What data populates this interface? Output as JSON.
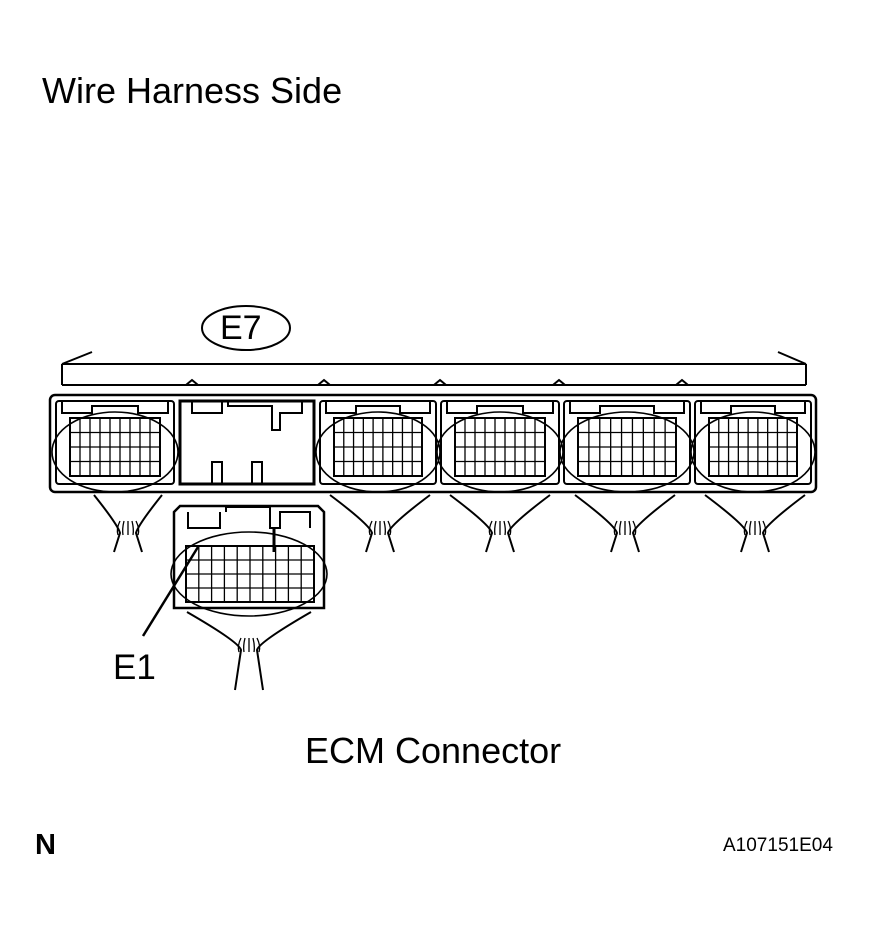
{
  "title": "Wire Harness Side",
  "caption": "ECM Connector",
  "figure_code": "A107151E04",
  "north_marker": "N",
  "labels": {
    "e7": "E7",
    "e1": "E1"
  }
}
